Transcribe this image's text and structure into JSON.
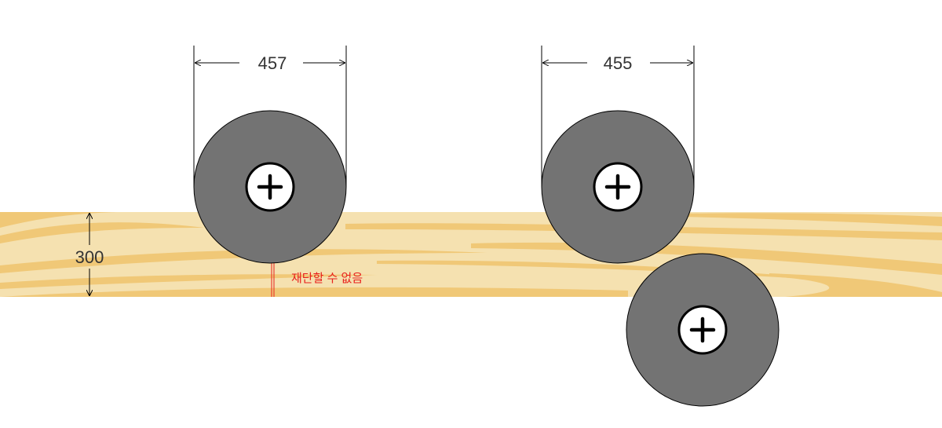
{
  "dimensions": {
    "blade1_diameter": "457",
    "blade2_diameter": "455",
    "board_thickness": "300"
  },
  "warning_text": "재단할 수 없음",
  "colors": {
    "wood_light": "#f5e1b0",
    "wood_grain": "#f0c877",
    "blade": "#737373",
    "warning": "#e8201c"
  },
  "icons": [
    "plus-icon"
  ]
}
